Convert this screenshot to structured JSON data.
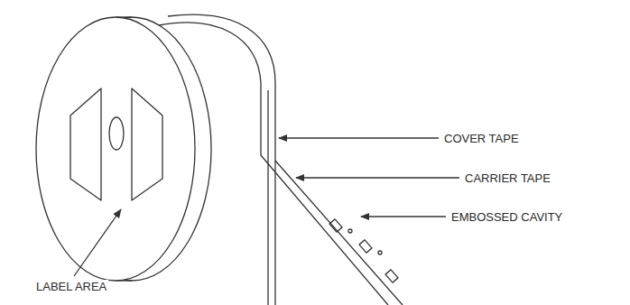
{
  "diagram": {
    "labels": [
      "COVER TAPE",
      "CARRIER TAPE",
      "EMBOSSED CAVITY",
      "LABEL AREA"
    ]
  }
}
